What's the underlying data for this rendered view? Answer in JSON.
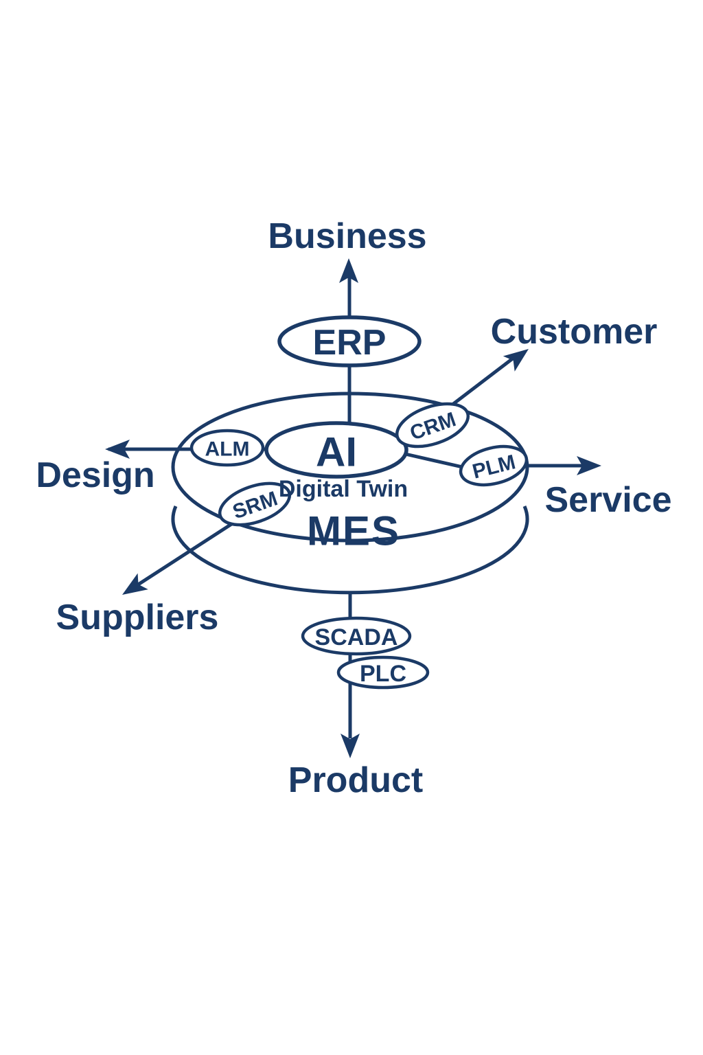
{
  "colors": {
    "ink": "#1b3a66",
    "background": "#ffffff"
  },
  "hub": {
    "ai": "AI",
    "digital_twin": "Digital Twin",
    "mes": "MES"
  },
  "systems": {
    "erp": "ERP",
    "alm": "ALM",
    "crm": "CRM",
    "plm": "PLM",
    "srm": "SRM",
    "scada": "SCADA",
    "plc": "PLC"
  },
  "endpoints": {
    "business": "Business",
    "customer": "Customer",
    "design": "Design",
    "service": "Service",
    "suppliers": "Suppliers",
    "product": "Product"
  }
}
